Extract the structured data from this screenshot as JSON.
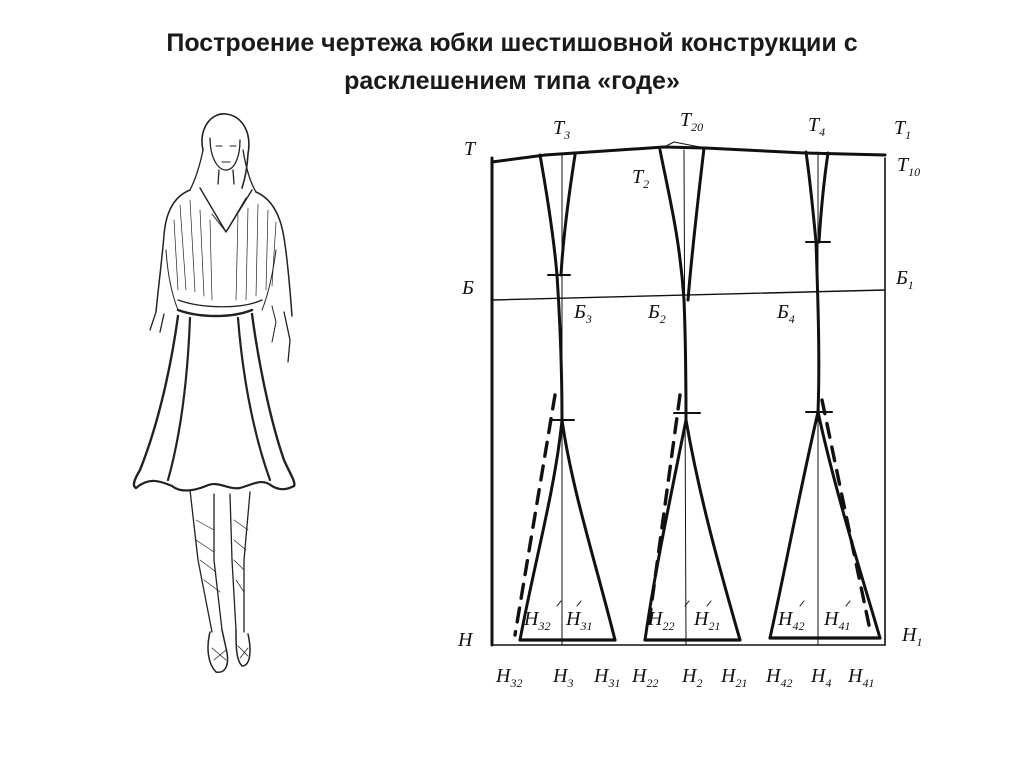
{
  "title": {
    "line1": "Построение чертежа юбки шестишовной конструкции с",
    "line2": "расклешением типа «годе»"
  },
  "illustration": {
    "subject": "fashion sketch of a woman wearing a wrap blouse and a six-panel flared godet skirt"
  },
  "drawing": {
    "labels": {
      "T": {
        "main": "Т",
        "sub": ""
      },
      "T3": {
        "main": "Т",
        "sub": "3"
      },
      "T20": {
        "main": "Т",
        "sub": "20"
      },
      "T4": {
        "main": "Т",
        "sub": "4"
      },
      "T1": {
        "main": "Т",
        "sub": "1"
      },
      "T2": {
        "main": "Т",
        "sub": "2"
      },
      "T10": {
        "main": "Т",
        "sub": "10"
      },
      "B": {
        "main": "Б",
        "sub": ""
      },
      "B1": {
        "main": "Б",
        "sub": "1"
      },
      "B3": {
        "main": "Б",
        "sub": "3"
      },
      "B2": {
        "main": "Б",
        "sub": "2"
      },
      "B4": {
        "main": "Б",
        "sub": "4"
      },
      "H": {
        "main": "Н",
        "sub": ""
      },
      "H1": {
        "main": "Н",
        "sub": "1"
      },
      "in_H32": {
        "main": "Н",
        "sub": "32"
      },
      "in_H31": {
        "main": "Н",
        "sub": "31"
      },
      "in_H22": {
        "main": "Н",
        "sub": "22"
      },
      "in_H21": {
        "main": "Н",
        "sub": "21"
      },
      "in_H42": {
        "main": "Н",
        "sub": "42"
      },
      "in_H41": {
        "main": "Н",
        "sub": "41"
      },
      "bot_H32": {
        "main": "Н",
        "sub": "32"
      },
      "bot_H3": {
        "main": "Н",
        "sub": "3"
      },
      "bot_H31": {
        "main": "Н",
        "sub": "31"
      },
      "bot_H22": {
        "main": "Н",
        "sub": "22"
      },
      "bot_H2": {
        "main": "Н",
        "sub": "2"
      },
      "bot_H21": {
        "main": "Н",
        "sub": "21"
      },
      "bot_H42": {
        "main": "Н",
        "sub": "42"
      },
      "bot_H4": {
        "main": "Н",
        "sub": "4"
      },
      "bot_H41": {
        "main": "Н",
        "sub": "41"
      }
    }
  },
  "colors": {
    "ink": "#111111",
    "background": "#ffffff"
  }
}
